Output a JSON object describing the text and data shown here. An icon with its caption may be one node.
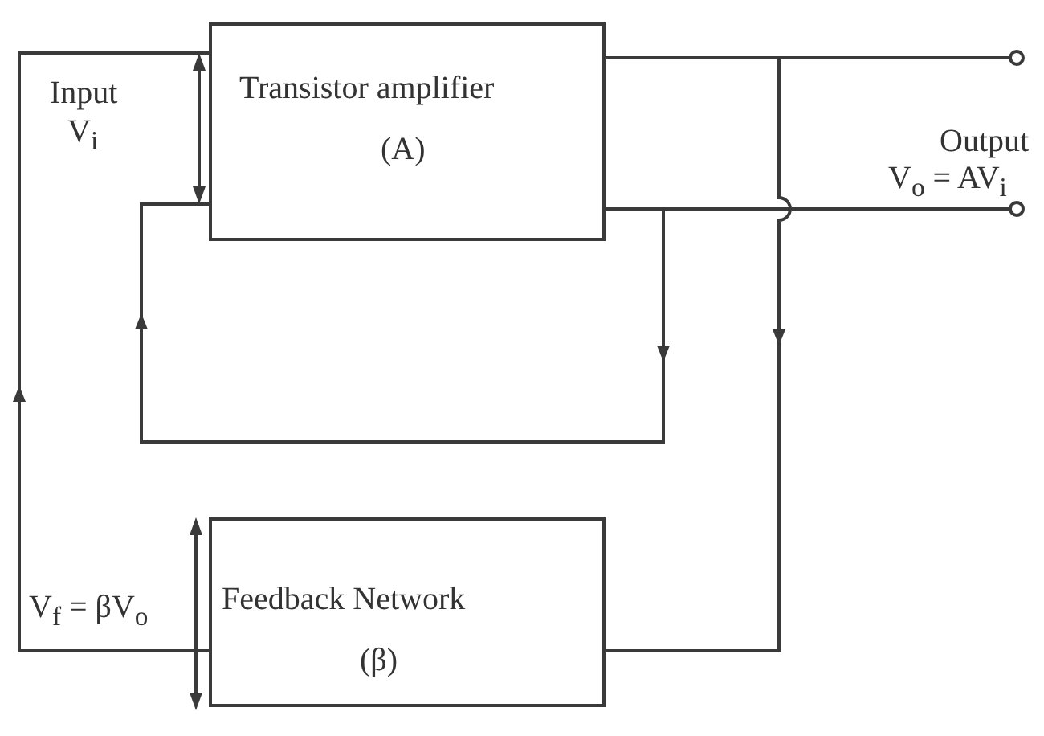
{
  "diagram": {
    "nodes": [
      {
        "text": [
          "Transistor amplifier",
          "(A)"
        ]
      },
      {
        "text": [
          "Feedback Network",
          "(β)"
        ]
      },
      {
        "text": [],
        "shape": "circle"
      },
      {
        "text": [],
        "shape": "circle"
      }
    ],
    "edges": [
      {
        "from": 0,
        "to": 2,
        "arrow": "none"
      },
      {
        "from": 0,
        "to": 3,
        "arrow": "none"
      },
      {
        "from": 0,
        "to": 1,
        "arrow": "to"
      },
      {
        "from": 0,
        "to": 0,
        "arrow": "to"
      },
      {
        "from": 1,
        "to": 0,
        "arrow": "to"
      }
    ],
    "labels": [
      "Input",
      "V$_{i}$",
      "Output",
      "V$_{o}$ = AV$_{i}$",
      "V$_{f}$ = βV$_{o}$"
    ]
  }
}
